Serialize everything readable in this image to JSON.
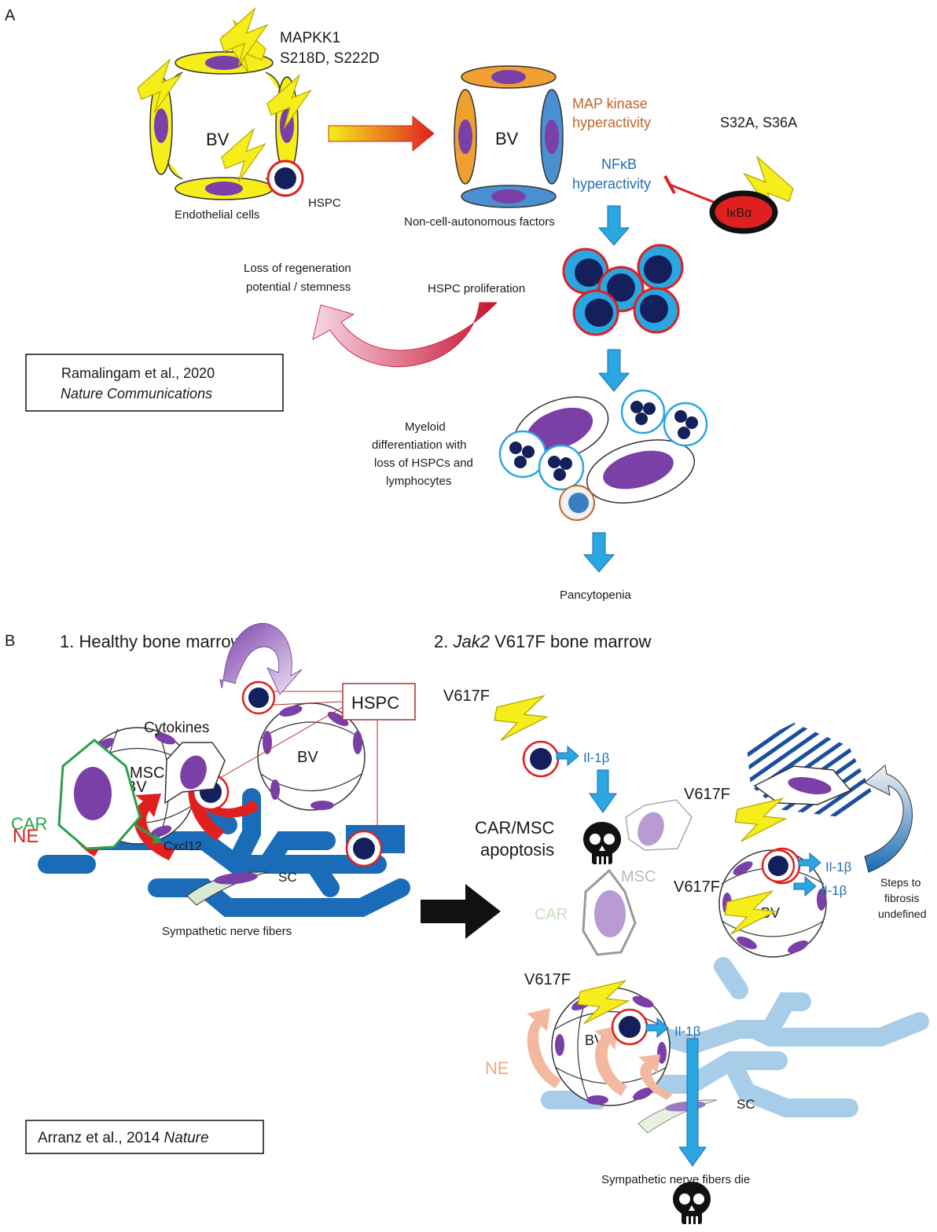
{
  "panel_a": {
    "label": "A",
    "mapkk1": "MAPKK1",
    "mapkk1_mut": "S218D, S222D",
    "bv": "BV",
    "endothelial": "Endothelial cells",
    "hspc": "HSPC",
    "map_kinase_1": "MAP kinase",
    "map_kinase_2": "hyperactivity",
    "nfkb_1": "NFκB",
    "nfkb_2": "hyperactivity",
    "ikb_mut": "S32A, S36A",
    "ikb": "IκBα",
    "non_cell": "Non-cell-autonomous factors",
    "loss_regen_1": "Loss of regeneration",
    "loss_regen_2": "potential / stemness",
    "hspc_prolif": "HSPC proliferation",
    "citation_1": "Ramalingam et al., 2020",
    "citation_2": "Nature Communications",
    "myeloid_1": "Myeloid",
    "myeloid_2": "differentiation with",
    "myeloid_3": "loss of HSPCs and",
    "myeloid_4": "lymphocytes",
    "pancytopenia": "Pancytopenia"
  },
  "panel_b": {
    "label": "B",
    "healthy_title": "1. Healthy bone marrow",
    "jak2_title_num": "2.",
    "jak2_title_gene": "Jak2",
    "jak2_title_rest": "V617F bone marrow",
    "cytokines": "Cytokines",
    "msc": "MSC",
    "car": "CAR",
    "cxcl12": "Cxcl12",
    "hspc": "HSPC",
    "bv": "BV",
    "ne": "NE",
    "sc": "SC",
    "sympathetic": "Sympathetic nerve fibers",
    "citation_main": "Arranz et al., 2014",
    "citation_journal": "Nature",
    "v617f": "V617F",
    "il1b": "Il-1β",
    "car_msc_1": "CAR/MSC",
    "car_msc_2": "apoptosis",
    "steps_1": "Steps to",
    "steps_2": "fibrosis",
    "steps_3": "undefined",
    "nerve_die": "Sympathetic nerve fibers die"
  },
  "colors": {
    "lightning": "#f5ee1a",
    "endothelial_purple": "#7b3fa8",
    "nucleus_navy": "#14205c",
    "hspc_ring": "#e02020",
    "arrow_blue": "#2aa6e0",
    "nerve_blue": "#1a6cb8",
    "nerve_faded": "#a8cde8",
    "ne_red": "#e02020"
  }
}
